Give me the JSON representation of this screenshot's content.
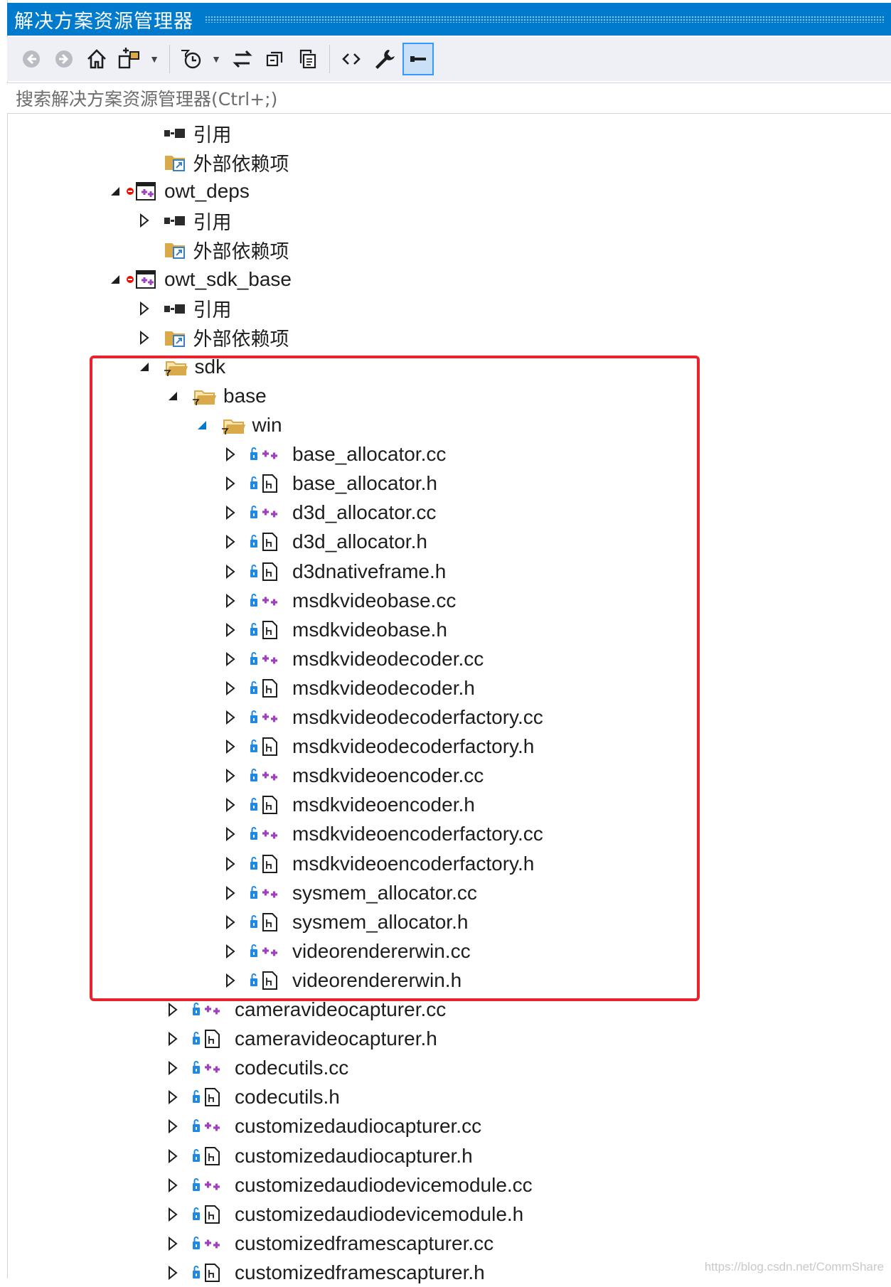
{
  "window": {
    "title": "解决方案资源管理器"
  },
  "toolbar": {
    "buttons": [
      {
        "name": "back-button",
        "icon": "arrow-left-circle-icon",
        "enabled": false
      },
      {
        "name": "forward-button",
        "icon": "arrow-right-circle-icon",
        "enabled": false
      },
      {
        "name": "home-button",
        "icon": "home-icon",
        "enabled": true
      },
      {
        "name": "switch-views-button",
        "icon": "switch-views-icon",
        "enabled": true,
        "dropdown": true
      },
      {
        "name": "pending-changes-filter-button",
        "icon": "clock-filter-icon",
        "enabled": true,
        "dropdown": true
      },
      {
        "name": "sync-active-document-button",
        "icon": "sync-arrows-icon",
        "enabled": true
      },
      {
        "name": "collapse-all-button",
        "icon": "collapse-all-icon",
        "enabled": true
      },
      {
        "name": "show-all-files-button",
        "icon": "copy-files-icon",
        "enabled": true
      },
      {
        "name": "view-code-button",
        "icon": "code-brackets-icon",
        "enabled": true
      },
      {
        "name": "properties-button",
        "icon": "wrench-icon",
        "enabled": true
      },
      {
        "name": "preview-selected-button",
        "icon": "minus-bar-icon",
        "enabled": true,
        "active": true
      }
    ]
  },
  "search": {
    "placeholder": "搜索解决方案资源管理器(Ctrl+;)"
  },
  "tree": [
    {
      "label": "引用",
      "icon": "reference-icon",
      "depth": 3,
      "expander": "none"
    },
    {
      "label": "外部依赖项",
      "icon": "external-deps-icon",
      "depth": 3,
      "expander": "none"
    },
    {
      "label": "owt_deps",
      "icon": "cpp-project-icon",
      "depth": 2,
      "expander": "expanded",
      "badge": "error-badge"
    },
    {
      "label": "引用",
      "icon": "reference-icon",
      "depth": 3,
      "expander": "collapsed"
    },
    {
      "label": "外部依赖项",
      "icon": "external-deps-icon",
      "depth": 3,
      "expander": "none"
    },
    {
      "label": "owt_sdk_base",
      "icon": "cpp-project-icon",
      "depth": 2,
      "expander": "expanded",
      "badge": "error-badge"
    },
    {
      "label": "引用",
      "icon": "reference-icon",
      "depth": 3,
      "expander": "collapsed"
    },
    {
      "label": "外部依赖项",
      "icon": "external-deps-icon",
      "depth": 3,
      "expander": "collapsed"
    },
    {
      "label": "sdk",
      "icon": "filter-folder-icon",
      "depth": 3,
      "expander": "expanded"
    },
    {
      "label": "base",
      "icon": "filter-folder-icon",
      "depth": 4,
      "expander": "expanded"
    },
    {
      "label": "win",
      "icon": "filter-folder-icon",
      "depth": 5,
      "expander": "expanded-selected"
    },
    {
      "label": "base_allocator.cc",
      "icon": "cpp-source-icon",
      "depth": 6,
      "expander": "collapsed"
    },
    {
      "label": "base_allocator.h",
      "icon": "header-file-icon",
      "depth": 6,
      "expander": "collapsed"
    },
    {
      "label": "d3d_allocator.cc",
      "icon": "cpp-source-icon",
      "depth": 6,
      "expander": "collapsed"
    },
    {
      "label": "d3d_allocator.h",
      "icon": "header-file-icon",
      "depth": 6,
      "expander": "collapsed"
    },
    {
      "label": "d3dnativeframe.h",
      "icon": "header-file-icon",
      "depth": 6,
      "expander": "collapsed"
    },
    {
      "label": "msdkvideobase.cc",
      "icon": "cpp-source-icon",
      "depth": 6,
      "expander": "collapsed"
    },
    {
      "label": "msdkvideobase.h",
      "icon": "header-file-icon",
      "depth": 6,
      "expander": "collapsed"
    },
    {
      "label": "msdkvideodecoder.cc",
      "icon": "cpp-source-icon",
      "depth": 6,
      "expander": "collapsed"
    },
    {
      "label": "msdkvideodecoder.h",
      "icon": "header-file-icon",
      "depth": 6,
      "expander": "collapsed"
    },
    {
      "label": "msdkvideodecoderfactory.cc",
      "icon": "cpp-source-icon",
      "depth": 6,
      "expander": "collapsed"
    },
    {
      "label": "msdkvideodecoderfactory.h",
      "icon": "header-file-icon",
      "depth": 6,
      "expander": "collapsed"
    },
    {
      "label": "msdkvideoencoder.cc",
      "icon": "cpp-source-icon",
      "depth": 6,
      "expander": "collapsed"
    },
    {
      "label": "msdkvideoencoder.h",
      "icon": "header-file-icon",
      "depth": 6,
      "expander": "collapsed"
    },
    {
      "label": "msdkvideoencoderfactory.cc",
      "icon": "cpp-source-icon",
      "depth": 6,
      "expander": "collapsed"
    },
    {
      "label": "msdkvideoencoderfactory.h",
      "icon": "header-file-icon",
      "depth": 6,
      "expander": "collapsed"
    },
    {
      "label": "sysmem_allocator.cc",
      "icon": "cpp-source-icon",
      "depth": 6,
      "expander": "collapsed"
    },
    {
      "label": "sysmem_allocator.h",
      "icon": "header-file-icon",
      "depth": 6,
      "expander": "collapsed"
    },
    {
      "label": "videorendererwin.cc",
      "icon": "cpp-source-icon",
      "depth": 6,
      "expander": "collapsed"
    },
    {
      "label": "videorendererwin.h",
      "icon": "header-file-icon",
      "depth": 6,
      "expander": "collapsed"
    },
    {
      "label": "cameravideocapturer.cc",
      "icon": "cpp-source-icon",
      "depth": 5,
      "expander": "collapsed"
    },
    {
      "label": "cameravideocapturer.h",
      "icon": "header-file-icon",
      "depth": 5,
      "expander": "collapsed"
    },
    {
      "label": "codecutils.cc",
      "icon": "cpp-source-icon",
      "depth": 5,
      "expander": "collapsed"
    },
    {
      "label": "codecutils.h",
      "icon": "header-file-icon",
      "depth": 5,
      "expander": "collapsed"
    },
    {
      "label": "customizedaudiocapturer.cc",
      "icon": "cpp-source-icon",
      "depth": 5,
      "expander": "collapsed"
    },
    {
      "label": "customizedaudiocapturer.h",
      "icon": "header-file-icon",
      "depth": 5,
      "expander": "collapsed"
    },
    {
      "label": "customizedaudiodevicemodule.cc",
      "icon": "cpp-source-icon",
      "depth": 5,
      "expander": "collapsed"
    },
    {
      "label": "customizedaudiodevicemodule.h",
      "icon": "header-file-icon",
      "depth": 5,
      "expander": "collapsed"
    },
    {
      "label": "customizedframescapturer.cc",
      "icon": "cpp-source-icon",
      "depth": 5,
      "expander": "collapsed"
    },
    {
      "label": "customizedframescapturer.h",
      "icon": "header-file-icon",
      "depth": 5,
      "expander": "collapsed"
    }
  ],
  "watermark": "https://blog.csdn.net/CommShare",
  "colors": {
    "accent": "#007acc",
    "highlight_box": "#e8232c",
    "error_badge": "#e51400",
    "cpp_icon": "#a040c0",
    "lock_icon": "#1e88e5",
    "folder": "#d9a94a"
  }
}
